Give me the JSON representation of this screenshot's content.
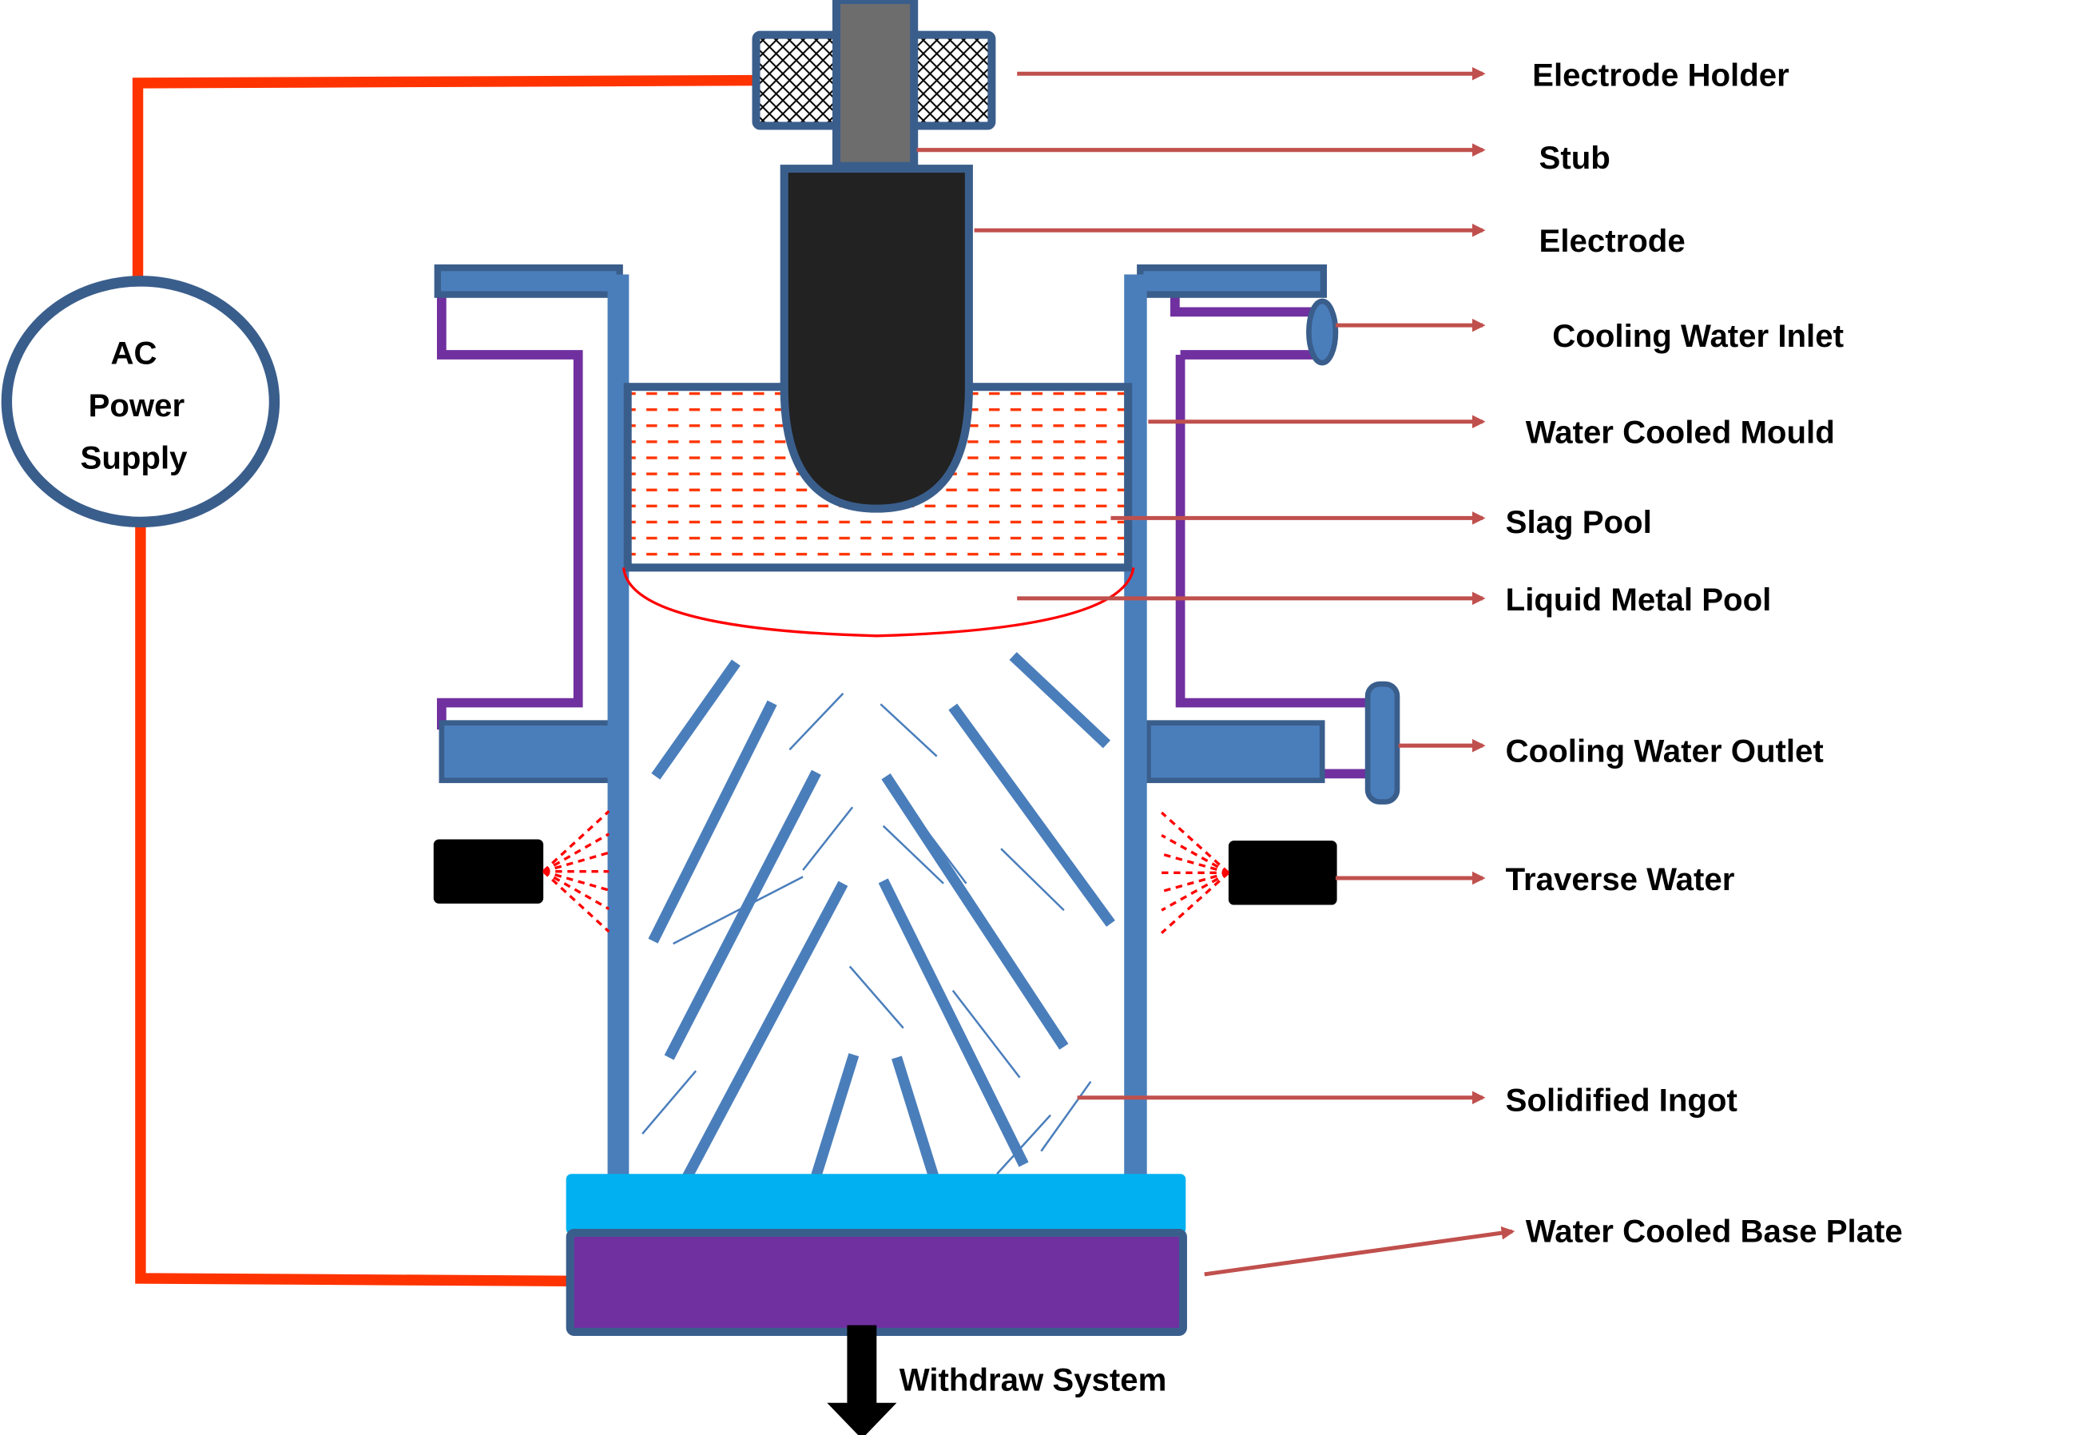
{
  "power_supply": {
    "line1": "AC",
    "line2": "Power",
    "line3": "Supply"
  },
  "labels": {
    "electrode_holder": "Electrode Holder",
    "stub": "Stub",
    "electrode": "Electrode",
    "cooling_water_inlet": "Cooling Water Inlet",
    "water_cooled_mould": "Water Cooled Mould",
    "slag_pool": "Slag Pool",
    "liquid_metal_pool": "Liquid Metal Pool",
    "cooling_water_outlet": "Cooling Water Outlet",
    "traverse_water": "Traverse Water",
    "solidified_ingot": "Solidified Ingot",
    "water_cooled_base_plate": "Water Cooled Base Plate",
    "withdraw_system": "Withdraw System"
  },
  "colors": {
    "wire": "#ff3300",
    "outline": "#3a5e8c",
    "mould": "#4a7ebb",
    "water_jacket": "#7030a0",
    "base_plate_top": "#00b0f0",
    "base_plate": "#7030a0",
    "pointer": "#c0504d",
    "electrode": "#222222",
    "stub": "#6d6d6d",
    "slag": "#ff3300"
  }
}
